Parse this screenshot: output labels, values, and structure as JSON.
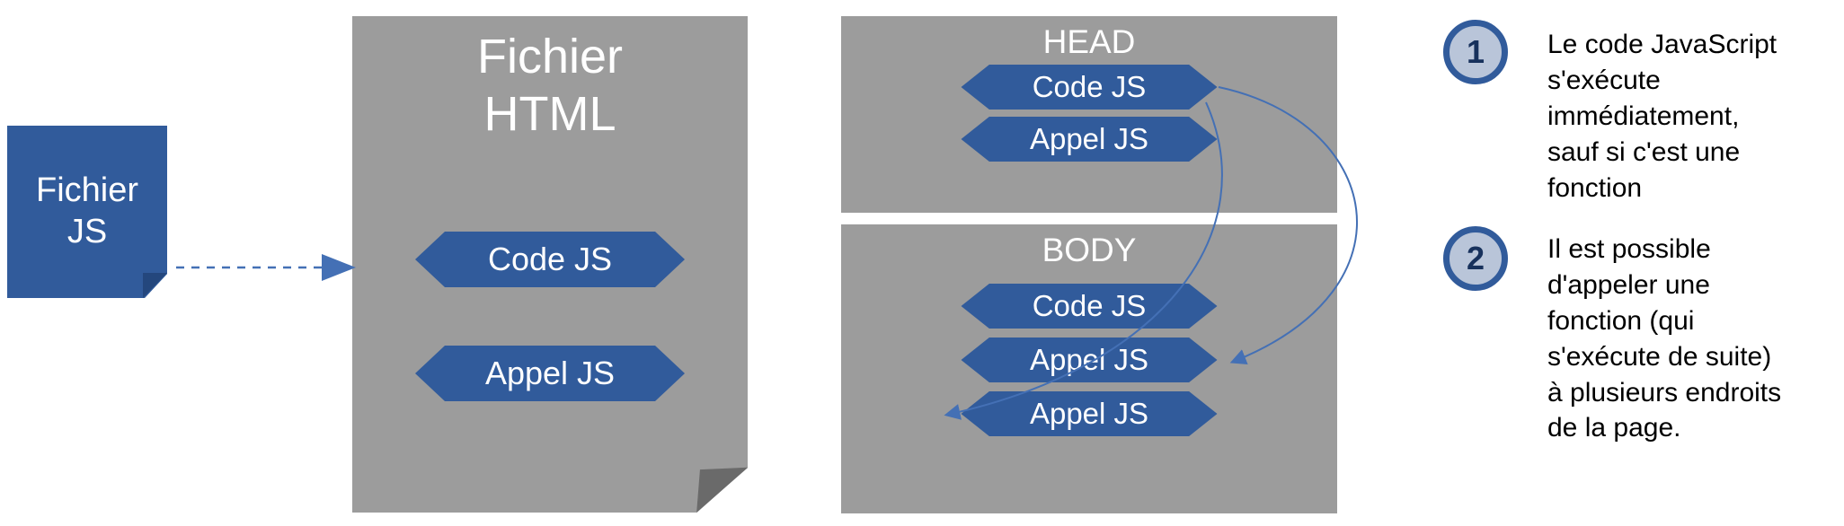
{
  "colors": {
    "blue": "#315b9b",
    "fold_blue": "#24477d",
    "gray": "#9c9c9c",
    "fold_gray": "#6a6a6a",
    "arrow_blue": "#4470b5",
    "circle_fill": "#b9c5d9",
    "circle_ring": "#315b9b"
  },
  "js_file": {
    "label": "Fichier\nJS"
  },
  "html_file": {
    "title": "Fichier\nHTML",
    "hexagons": [
      "Code JS",
      "Appel JS"
    ]
  },
  "head_section": {
    "title": "HEAD",
    "hexagons": [
      "Code JS",
      "Appel JS"
    ]
  },
  "body_section": {
    "title": "BODY",
    "hexagons": [
      "Code JS",
      "Appel JS",
      "Appel JS"
    ]
  },
  "notes": [
    {
      "number": "1",
      "text": "Le code JavaScript\ns'exécute\nimmédiatement,\nsauf si c'est une\nfonction"
    },
    {
      "number": "2",
      "text": "Il est possible\nd'appeler une\nfonction (qui\ns'exécute de suite)\nà plusieurs endroits\nde la page."
    }
  ]
}
